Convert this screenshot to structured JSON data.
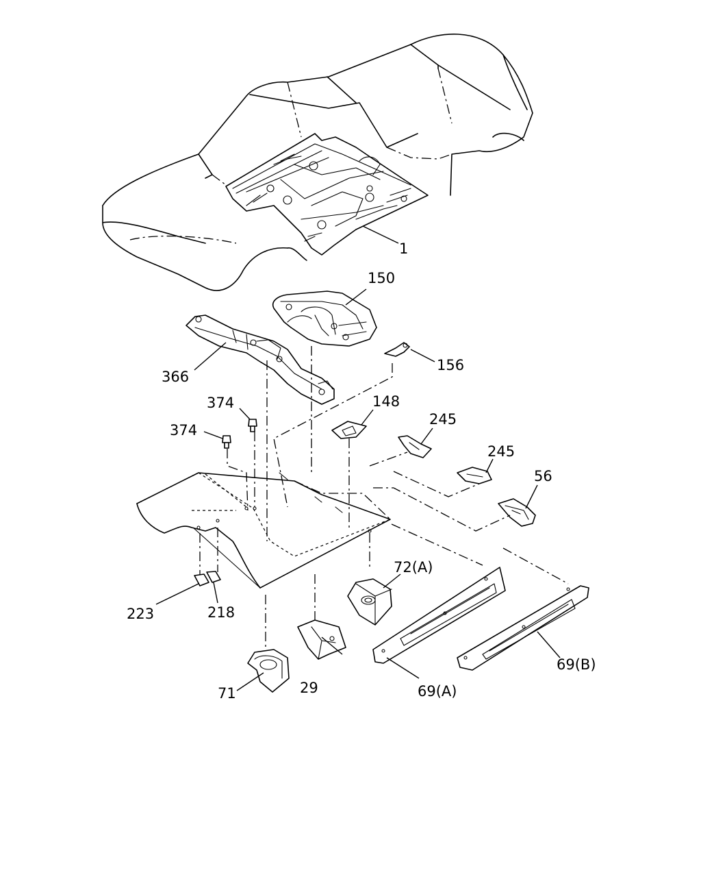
{
  "callouts": [
    {
      "id": "c1",
      "text": "1"
    },
    {
      "id": "c150",
      "text": "150"
    },
    {
      "id": "c366",
      "text": "366"
    },
    {
      "id": "c156",
      "text": "156"
    },
    {
      "id": "c374a",
      "text": "374"
    },
    {
      "id": "c374b",
      "text": "374"
    },
    {
      "id": "c148",
      "text": "148"
    },
    {
      "id": "c245a",
      "text": "245"
    },
    {
      "id": "c245b",
      "text": "245"
    },
    {
      "id": "c56",
      "text": "56"
    },
    {
      "id": "c72a",
      "text": "72(A)"
    },
    {
      "id": "c223",
      "text": "223"
    },
    {
      "id": "c218",
      "text": "218"
    },
    {
      "id": "c29",
      "text": "29"
    },
    {
      "id": "c71",
      "text": "71"
    },
    {
      "id": "c69a",
      "text": "69(A)"
    },
    {
      "id": "c69b",
      "text": "69(B)"
    }
  ]
}
